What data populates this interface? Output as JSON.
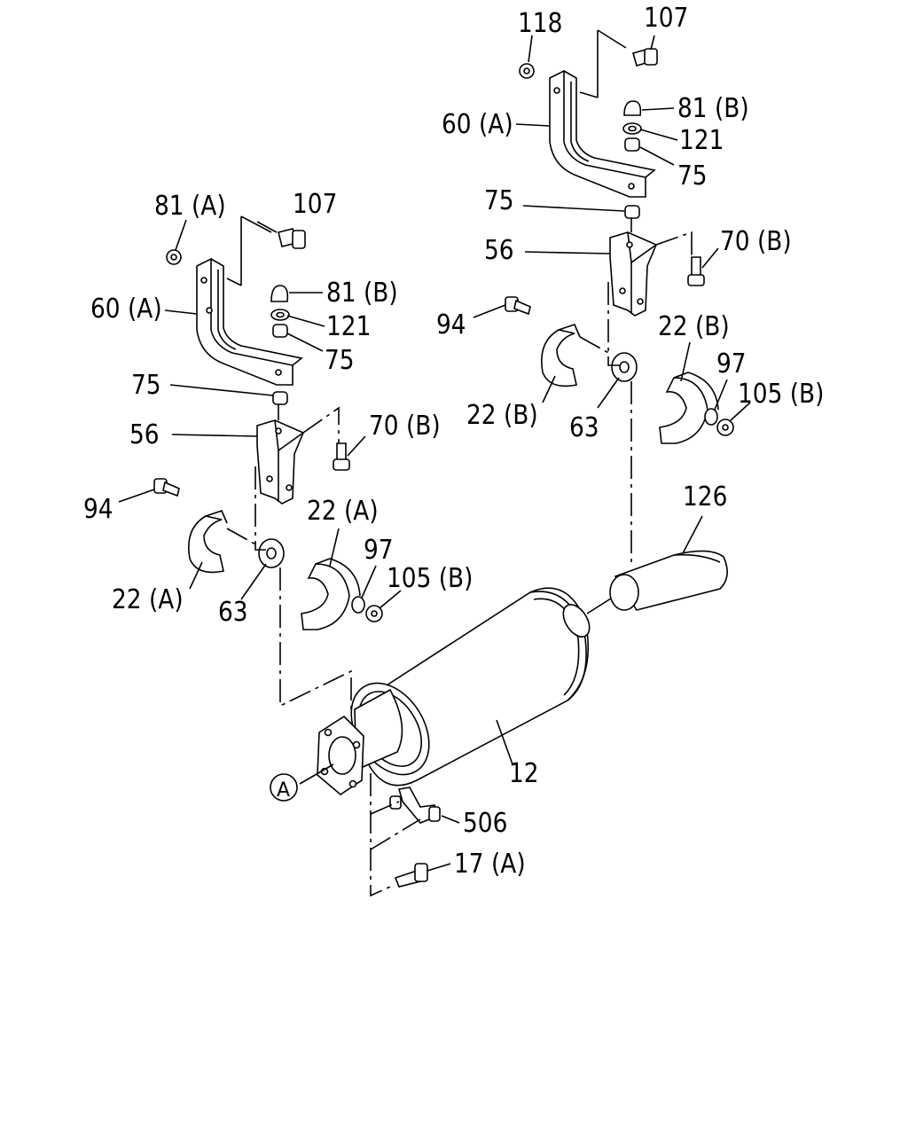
{
  "labels": {
    "p118": "118",
    "p107_r": "107",
    "p81b_r": "81 (B)",
    "p60a_r": "60 (A)",
    "p121_r": "121",
    "p75a_r": "75",
    "p75b_r": "75",
    "p70b_r": "70 (B)",
    "p56_r": "56",
    "p94_r": "94",
    "p22b_r1": "22 (B)",
    "p22b_r2": "22 (B)",
    "p97_r": "97",
    "p105b_r": "105 (B)",
    "p63_r": "63",
    "p126": "126",
    "p81a_l": "81 (A)",
    "p107_l": "107",
    "p81b_l": "81 (B)",
    "p60a_l": "60 (A)",
    "p121_l": "121",
    "p75a_l": "75",
    "p75b_l": "75",
    "p56_l": "56",
    "p70b_l": "70 (B)",
    "p94_l": "94",
    "p22a_l1": "22 (A)",
    "p22a_l2": "22 (A)",
    "p97_l": "97",
    "p105b_l": "105 (B)",
    "p63_l": "63",
    "p12": "12",
    "p506": "506",
    "p17a": "17 (A)",
    "ref_a": "A"
  }
}
